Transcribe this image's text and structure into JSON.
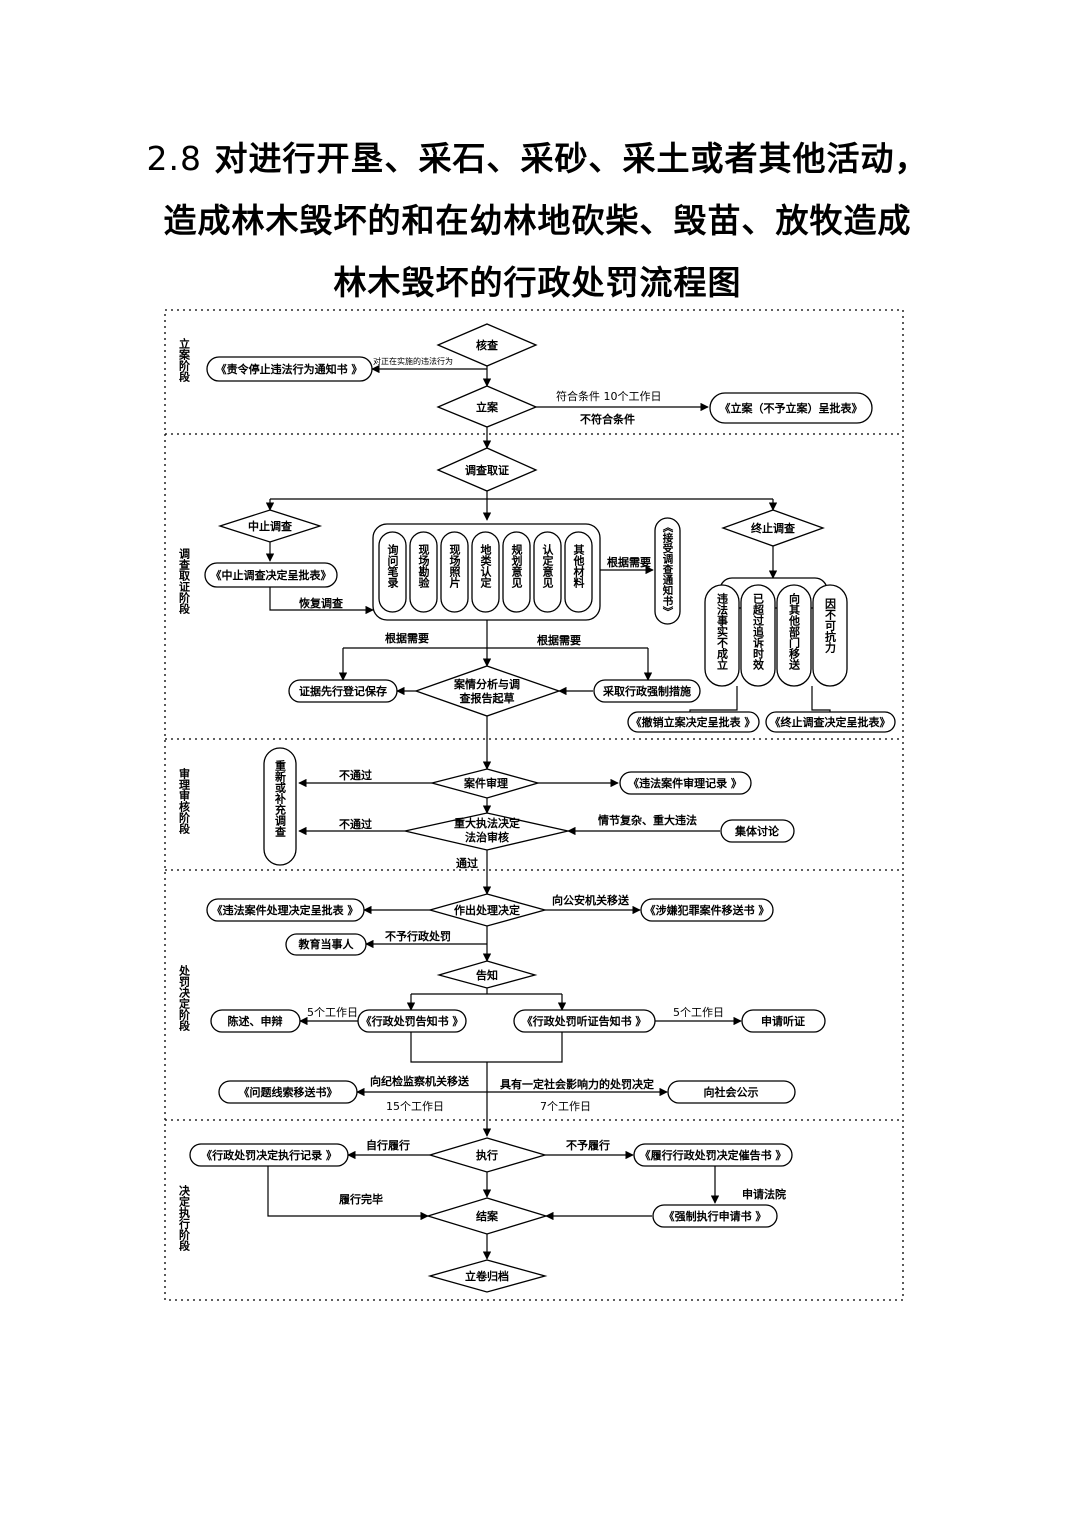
{
  "title": {
    "number": "2.8",
    "line1": "对进行开垦、采石、采砂、采土或者其他活动，",
    "line2": "造成林木毁坏的和在幼林地砍柴、毁苗、放牧造成",
    "line3": "林木毁坏的行政处罚流程图"
  },
  "stages": {
    "s1": "立案阶段",
    "s2": "调查取证阶段",
    "s3": "审理审核阶段",
    "s4": "处罚决定阶段",
    "s5": "决定执行阶段"
  },
  "nodes": {
    "hecha": "核查",
    "zeling": "《责令停止违法行为通知书 》",
    "lian": "立案",
    "lianbiao": "《立案（不予立案）呈批表》",
    "diaocha": "调查取证",
    "zhongzhi": "中止调查",
    "zhongzhibiao": "《中止调查决定呈批表》",
    "ev1": "询问笔录",
    "ev2": "现场勘验",
    "ev3": "现场照片",
    "ev4": "地类认定",
    "ev5": "规划意见",
    "ev6": "认定意见",
    "ev7": "其他材料",
    "jieshou": "《接受调查通知书》",
    "zhongjie": "终止调查",
    "r1": "违法事实不成立",
    "r2": "已超过追诉时效",
    "r3": "向其他部门移送",
    "r4": "因不可抗力",
    "chexiao": "《撤销立案决定呈批表 》",
    "zhongjiebiao": "《终止调查决定呈批表》",
    "zhengju": "证据先行登记保存",
    "anqing1": "案情分析与调",
    "anqing2": "查报告起草",
    "caiqu": "采取行政强制措施",
    "chongxin": "重新或补充调查",
    "shenli": "案件审理",
    "shenlijilu": "《违法案件审理记录 》",
    "zhongda1": "重大执法决定",
    "zhongda2": "法治审核",
    "jiti": "集体讨论",
    "chuli": "作出处理决定",
    "chulibiao": "《违法案件处理决定呈批表 》",
    "shexian": "《涉嫌犯罪案件移送书 》",
    "jiaoyu": "教育当事人",
    "gaozhi": "告知",
    "chenshu": "陈述、申辩",
    "gaozhishu": "《行政处罚告知书 》",
    "tingzheng": "《行政处罚听证告知书 》",
    "shenqing": "申请听证",
    "wenti": "《问题线索移送书》",
    "gongshi": "向社会公示",
    "zhixing": "执行",
    "zhixingjilu": "《行政处罚决定执行记录 》",
    "cuigao": "《履行行政处罚决定催告书 》",
    "jiean": "结案",
    "qiangzhi": "《强制执行申请书 》",
    "lijuan": "立卷归档"
  },
  "labels": {
    "l_zhengzai": "对正在实施的违法行为",
    "l_fuhe": "符合条件 10个工作日",
    "l_bufuhe": "不符合条件",
    "l_genju1": "根据需要",
    "l_huifu": "恢复调查",
    "l_genju2": "根据需要",
    "l_genju3": "根据需要",
    "l_butongguo1": "不通过",
    "l_butongguo2": "不通过",
    "l_qingjie": "情节复杂、重大违法",
    "l_tongguo": "通过",
    "l_gongan": "向公安机关移送",
    "l_buyu": "不予行政处罚",
    "l_5day1": "5个工作日",
    "l_5day2": "5个工作日",
    "l_jijian": "向纪检监察机关移送",
    "l_yiding": "具有一定社会影响力的处罚决定",
    "l_15day": "15个工作日",
    "l_7day": "7个工作日",
    "l_zizhu": "自行履行",
    "l_buyulv": "不予履行",
    "l_lvwan": "履行完毕",
    "l_fayuan": "申请法院"
  }
}
